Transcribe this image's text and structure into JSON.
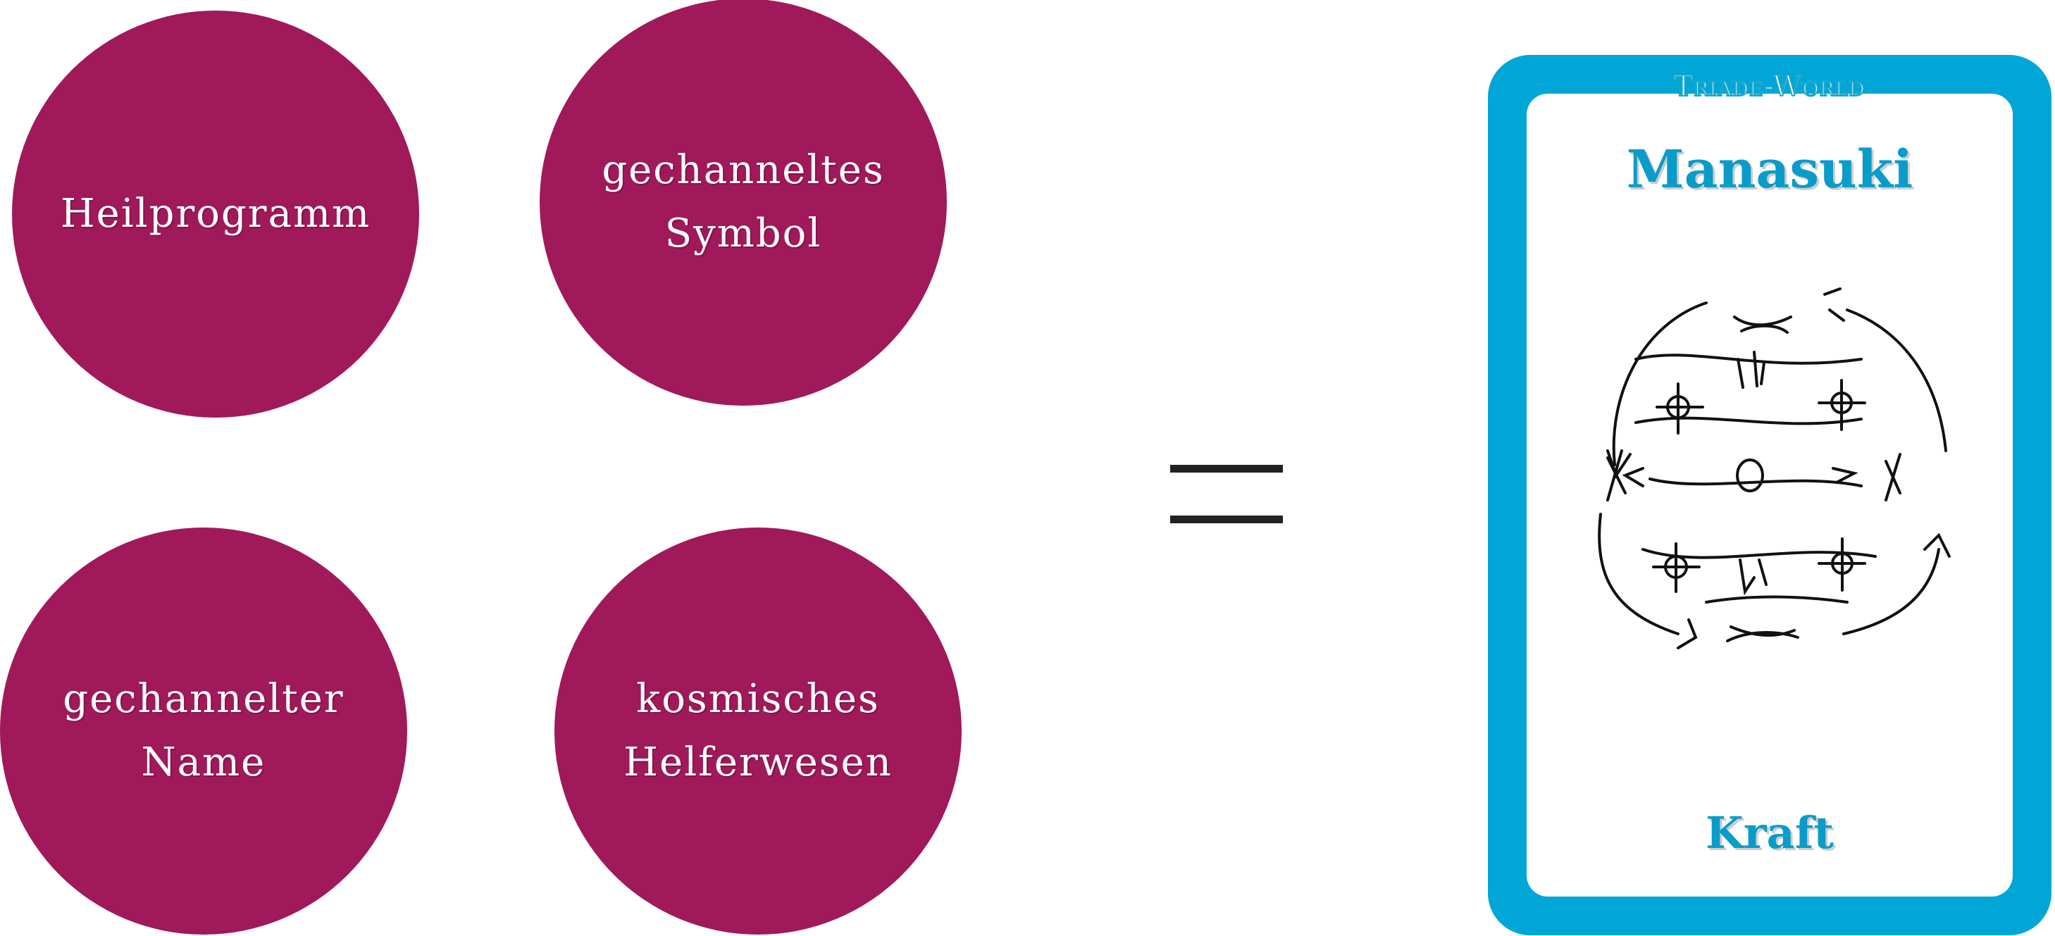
{
  "circles": [
    {
      "lines": [
        "Heilprogramm"
      ]
    },
    {
      "lines": [
        "gechanneltes",
        "Symbol"
      ]
    },
    {
      "lines": [
        "gechannelter",
        "Name"
      ]
    },
    {
      "lines": [
        "kosmisches",
        "Helferwesen"
      ]
    }
  ],
  "colors": {
    "circle_fill": "#a0195a",
    "card_border": "#00a6d6",
    "card_text": "#0a9cc9"
  },
  "card": {
    "brand": "Triade-World",
    "title": "Manasuki",
    "footer": "Kraft"
  }
}
